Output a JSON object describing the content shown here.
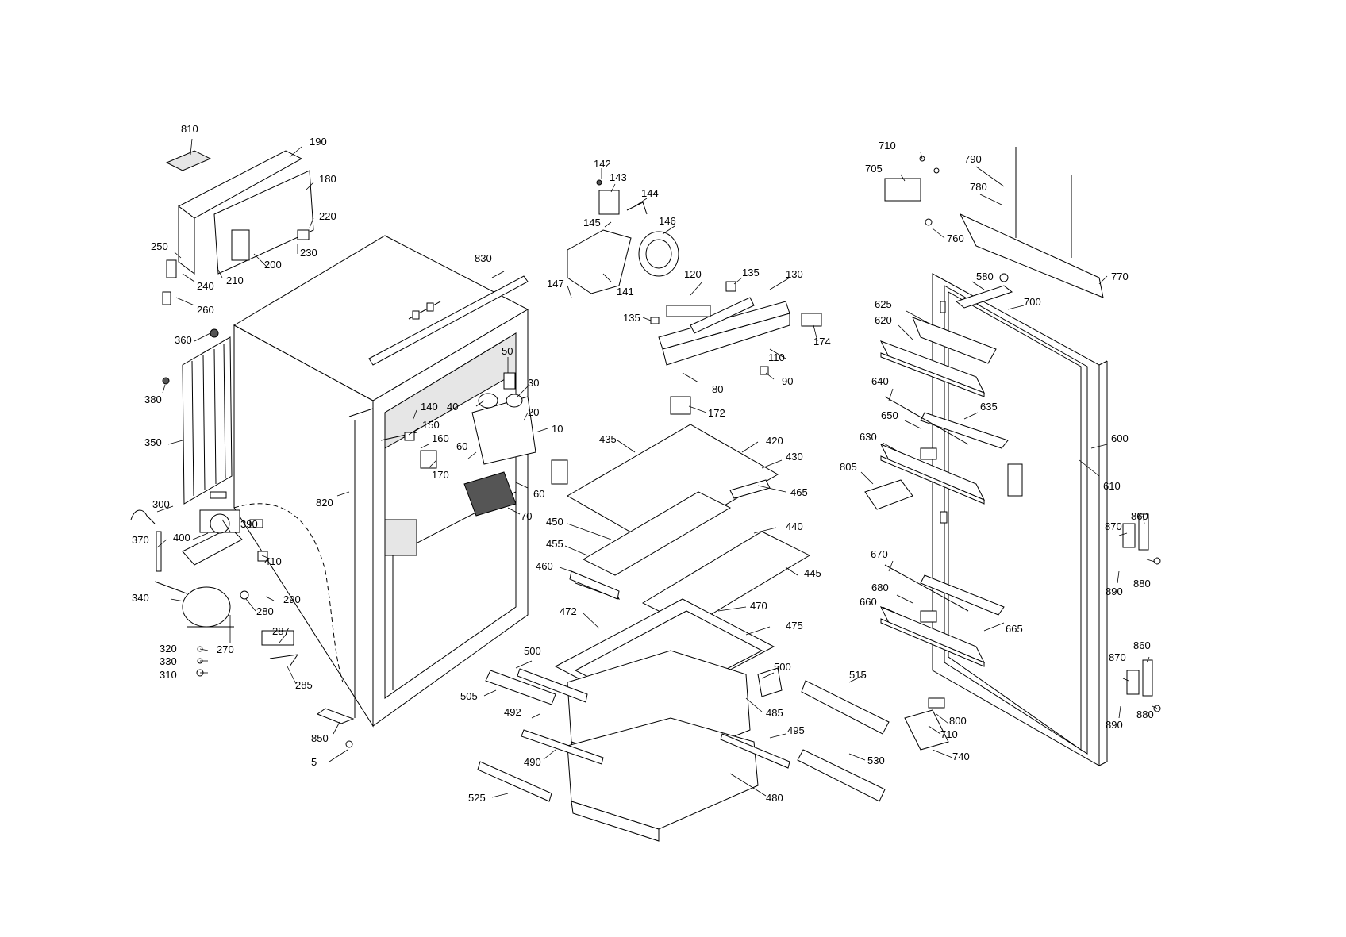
{
  "diagram": {
    "labels": [
      "810",
      "190",
      "180",
      "220",
      "230",
      "250",
      "240",
      "210",
      "200",
      "260",
      "360",
      "380",
      "350",
      "300",
      "370",
      "400",
      "390",
      "410",
      "340",
      "290",
      "280",
      "320",
      "330",
      "310",
      "270",
      "287",
      "285",
      "820",
      "830",
      "850",
      "5",
      "140",
      "150",
      "160",
      "170",
      "40",
      "50",
      "30",
      "20",
      "10",
      "60",
      "60",
      "70",
      "142",
      "143",
      "144",
      "145",
      "146",
      "147",
      "141",
      "120",
      "135",
      "130",
      "135",
      "80",
      "110",
      "90",
      "174",
      "172",
      "435",
      "420",
      "430",
      "465",
      "450",
      "455",
      "440",
      "460",
      "445",
      "472",
      "470",
      "475",
      "500",
      "500",
      "505",
      "492",
      "485",
      "495",
      "490",
      "480",
      "525",
      "515",
      "530",
      "710",
      "705",
      "790",
      "780",
      "760",
      "770",
      "580",
      "700",
      "625",
      "620",
      "640",
      "635",
      "650",
      "630",
      "805",
      "600",
      "610",
      "670",
      "680",
      "660",
      "665",
      "870",
      "860",
      "880",
      "890",
      "870",
      "860",
      "880",
      "890",
      "800",
      "710",
      "740"
    ]
  }
}
